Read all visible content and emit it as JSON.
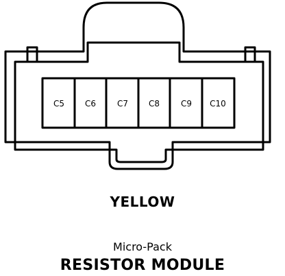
{
  "connector": {
    "pins": [
      "C5",
      "C6",
      "C7",
      "C8",
      "C9",
      "C10"
    ],
    "color": "YELLOW"
  },
  "component": {
    "type": "Micro-Pack",
    "name": "RESISTOR MODULE"
  }
}
